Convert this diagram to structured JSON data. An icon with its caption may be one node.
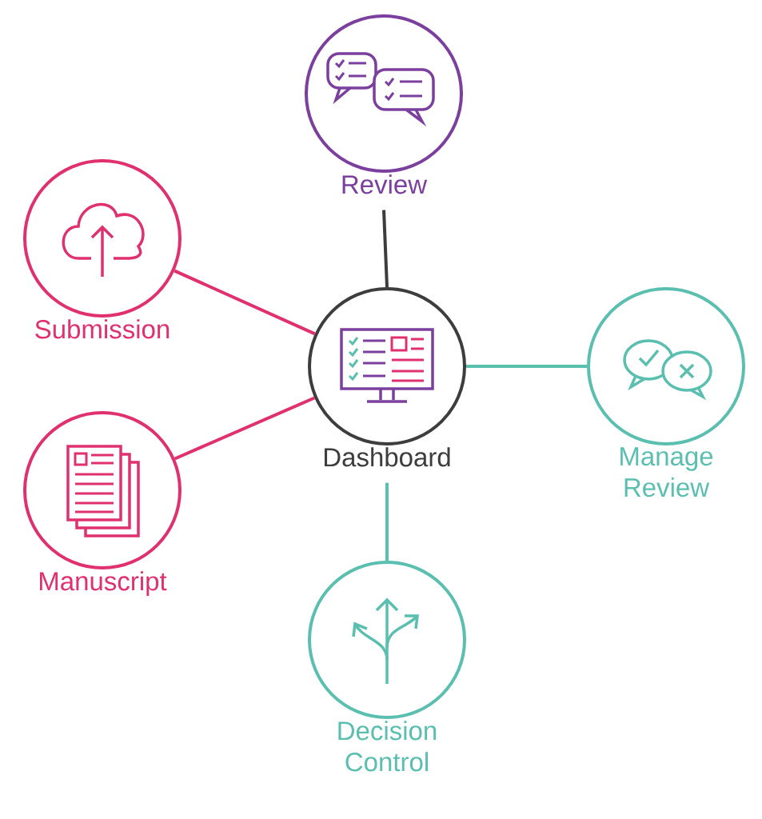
{
  "diagram": {
    "nodes": [
      {
        "text": [
          "Review"
        ]
      },
      {
        "text": [
          "Submission"
        ]
      },
      {
        "text": [
          "Dashboard"
        ]
      },
      {
        "text": [
          "Manage Review"
        ]
      },
      {
        "text": [
          "Manuscript"
        ]
      },
      {
        "text": [
          "Decision Control"
        ]
      }
    ],
    "edges": [
      {
        "from": 0,
        "to": 2,
        "arrow": "none",
        "color": "#3d3d3d"
      },
      {
        "from": 1,
        "to": 2,
        "arrow": "none",
        "color": "#e0306e"
      },
      {
        "from": 2,
        "to": 3,
        "arrow": "none",
        "color": "#5bbfb0"
      },
      {
        "from": 4,
        "to": 2,
        "arrow": "none",
        "color": "#e0306e"
      },
      {
        "from": 2,
        "to": 5,
        "arrow": "none",
        "color": "#5bbfb0"
      }
    ]
  }
}
